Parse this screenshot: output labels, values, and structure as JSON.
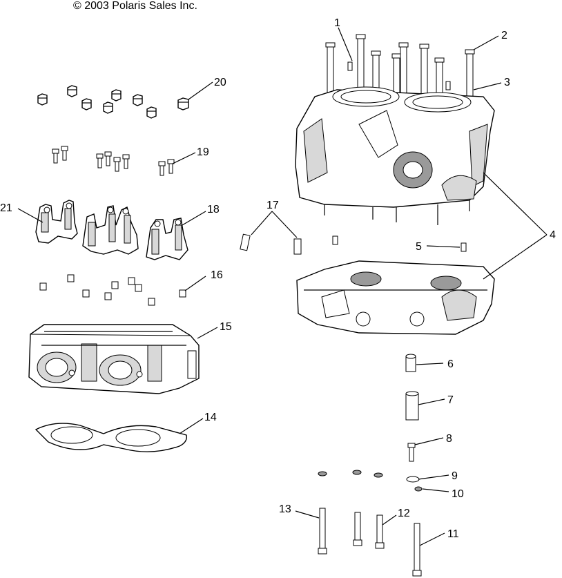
{
  "header": {
    "copyright": "© 2003 Polaris Sales Inc."
  },
  "callouts": {
    "c1": "1",
    "c2": "2",
    "c3": "3",
    "c4": "4",
    "c5": "5",
    "c6": "6",
    "c7": "7",
    "c8": "8",
    "c9": "9",
    "c10": "10",
    "c11": "11",
    "c12": "12",
    "c13": "13",
    "c14": "14",
    "c15": "15",
    "c16": "16",
    "c17": "17",
    "c18": "18",
    "c19": "19",
    "c20": "20",
    "c21": "21"
  }
}
